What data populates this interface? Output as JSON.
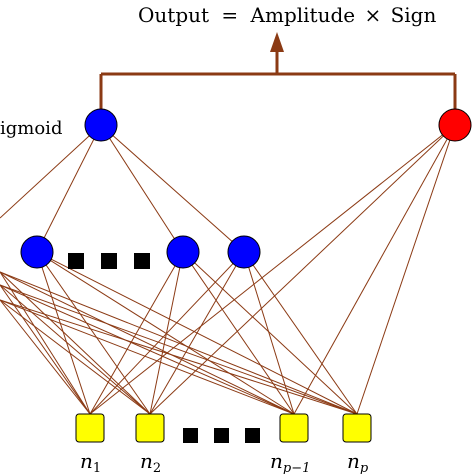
{
  "title": {
    "prefix": "Output",
    "equals": "=",
    "amplitude": "Amplitude",
    "times": "×",
    "sign": "Sign"
  },
  "labels": {
    "sigmoid_partial": "igmoid"
  },
  "inputs": [
    {
      "base": "n",
      "sub": "1"
    },
    {
      "base": "n",
      "sub": "2"
    },
    {
      "base": "n",
      "sub": "p−1"
    },
    {
      "base": "n",
      "sub": "p"
    }
  ],
  "colors": {
    "edge": "#8b3a14",
    "output_bus": "#8b3a14",
    "blue_node": "#0000ff",
    "red_node": "#ff0000",
    "input_node": "#ffff00",
    "dots": "#000000"
  }
}
